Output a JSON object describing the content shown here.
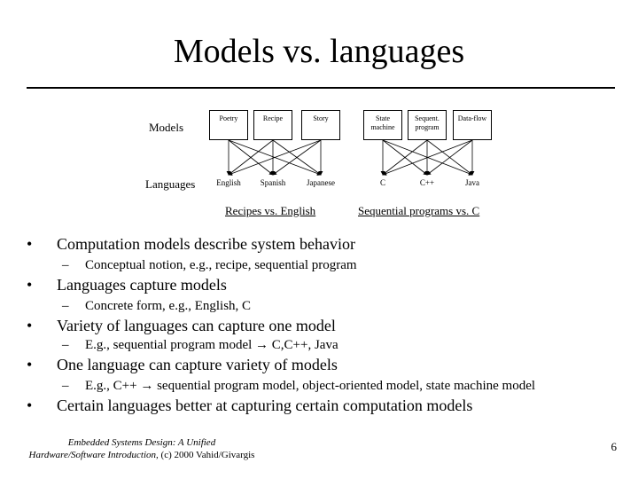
{
  "slide": {
    "title": "Models vs. languages",
    "page_number": "6"
  },
  "diagram": {
    "row_labels": {
      "models": "Models",
      "languages": "Languages"
    },
    "left_group": {
      "models": [
        "Poetry",
        "Recipe",
        "Story"
      ],
      "languages": [
        "English",
        "Spanish",
        "Japanese"
      ],
      "caption": "Recipes vs. English"
    },
    "right_group": {
      "models": [
        "State machine",
        "Sequent. program",
        "Data-flow"
      ],
      "languages": [
        "C",
        "C++",
        "Java"
      ],
      "caption": "Sequential programs vs. C"
    }
  },
  "bullets": [
    {
      "text": "Computation models describe system behavior",
      "sub": "Conceptual notion, e.g., recipe, sequential program"
    },
    {
      "text": "Languages capture models",
      "sub": "Concrete form, e.g., English, C"
    },
    {
      "text": "Variety of languages can capture one model",
      "sub": "E.g., sequential program model → C,C++, Java"
    },
    {
      "text": "One language can capture variety of models",
      "sub": "E.g., C++ → sequential program model, object-oriented model, state machine model"
    },
    {
      "text": "Certain languages better at capturing certain computation models",
      "sub": ""
    }
  ],
  "symbols": {
    "bullet": "•",
    "dash": "–"
  },
  "footer": {
    "line1": "Embedded Systems Design: A Unified",
    "line2": "Hardware/Software Introduction,",
    "line2b": "(c) 2000 Vahid/Givargis"
  }
}
